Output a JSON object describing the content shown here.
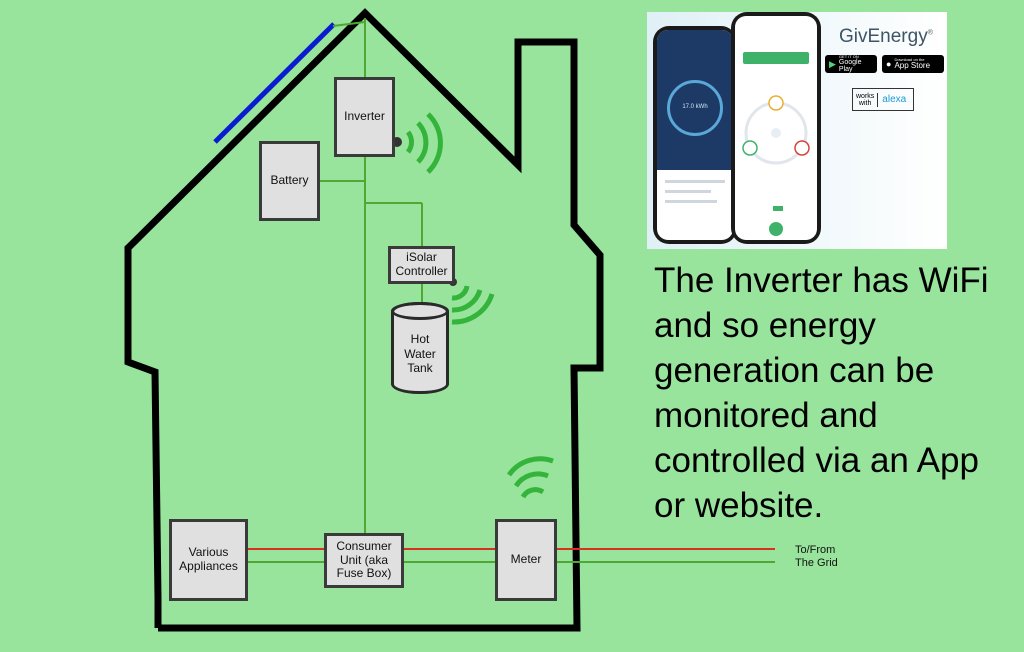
{
  "labels": {
    "inverter": "Inverter",
    "battery": "Battery",
    "isolar": "iSolar\nController",
    "tank": "Hot\nWater\nTank",
    "appliances": "Various\nAppliances",
    "consumer_unit": "Consumer\nUnit (aka\nFuse Box)",
    "meter": "Meter",
    "grid": "To/From\nThe Grid"
  },
  "caption": "The Inverter has WiFi and so energy generation can be monitored and controlled via an App or website.",
  "promo": {
    "brand": "GivEnergy",
    "google_play": "Google Play",
    "google_play_small": "GET IT ON",
    "app_store": "App Store",
    "app_store_small": "Download on the",
    "works_with": "works\nwith",
    "alexa": "alexa",
    "phone_value": "17.0 kWh"
  },
  "colors": {
    "background": "#98e49c",
    "house_outline": "#000000",
    "solar_panel": "#0a1ccf",
    "wire_green": "#4ea832",
    "wire_red": "#d8321e",
    "wifi": "#35b43c"
  }
}
